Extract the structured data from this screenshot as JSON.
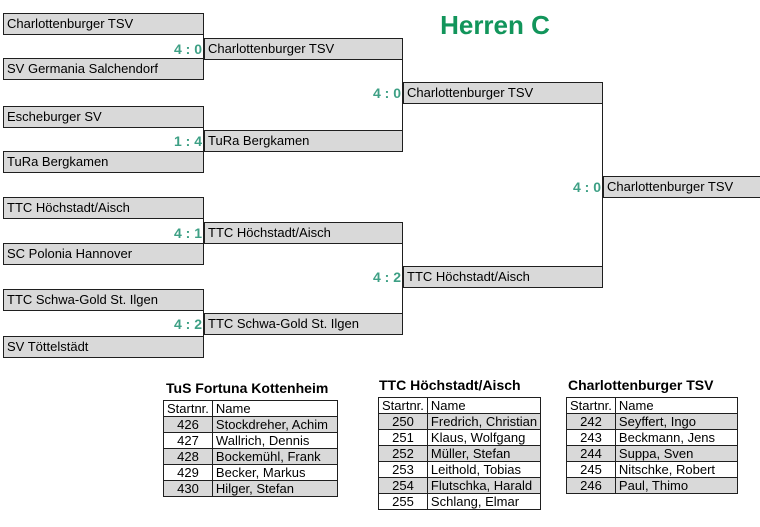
{
  "title": "Herren C",
  "colors": {
    "title_green": "#12955b",
    "score_green": "#3ea085",
    "box_fill": "#d9d9d9"
  },
  "bracket": {
    "round1": [
      "Charlottenburger TSV",
      "SV Germania Salchendorf",
      "Escheburger SV",
      "TuRa Bergkamen",
      "TTC Höchstadt/Aisch",
      "SC Polonia Hannover",
      "TTC Schwa-Gold St. Ilgen",
      "SV Töttelstädt"
    ],
    "round2": [
      {
        "score": "4 : 0",
        "team": "Charlottenburger TSV"
      },
      {
        "score": "1 : 4",
        "team": "TuRa Bergkamen"
      },
      {
        "score": "4 : 1",
        "team": "TTC Höchstadt/Aisch"
      },
      {
        "score": "4 : 2",
        "team": "TTC Schwa-Gold St. Ilgen"
      }
    ],
    "semifinals": [
      {
        "score": "4 : 0",
        "team": "Charlottenburger TSV"
      },
      {
        "score": "4 : 2",
        "team": "TTC Höchstadt/Aisch"
      }
    ],
    "final": {
      "score": "4 : 0",
      "team": "Charlottenburger TSV"
    }
  },
  "rosters": [
    {
      "title": "TuS Fortuna Kottenheim",
      "columns": [
        "Startnr.",
        "Name"
      ],
      "rows": [
        [
          "426",
          "Stockdreher, Achim"
        ],
        [
          "427",
          "Wallrich, Dennis"
        ],
        [
          "428",
          "Bockemühl, Frank"
        ],
        [
          "429",
          "Becker, Markus"
        ],
        [
          "430",
          "Hilger, Stefan"
        ]
      ]
    },
    {
      "title": "TTC Höchstadt/Aisch",
      "columns": [
        "Startnr.",
        "Name"
      ],
      "rows": [
        [
          "250",
          "Fredrich, Christian"
        ],
        [
          "251",
          "Klaus, Wolfgang"
        ],
        [
          "252",
          "Müller, Stefan"
        ],
        [
          "253",
          "Leithold, Tobias"
        ],
        [
          "254",
          "Flutschka, Harald"
        ],
        [
          "255",
          "Schlang, Elmar"
        ]
      ]
    },
    {
      "title": "Charlottenburger TSV",
      "columns": [
        "Startnr.",
        "Name"
      ],
      "rows": [
        [
          "242",
          "Seyffert, Ingo"
        ],
        [
          "243",
          "Beckmann, Jens"
        ],
        [
          "244",
          "Suppa, Sven"
        ],
        [
          "245",
          "Nitschke, Robert"
        ],
        [
          "246",
          "Paul, Thimo"
        ]
      ]
    }
  ]
}
